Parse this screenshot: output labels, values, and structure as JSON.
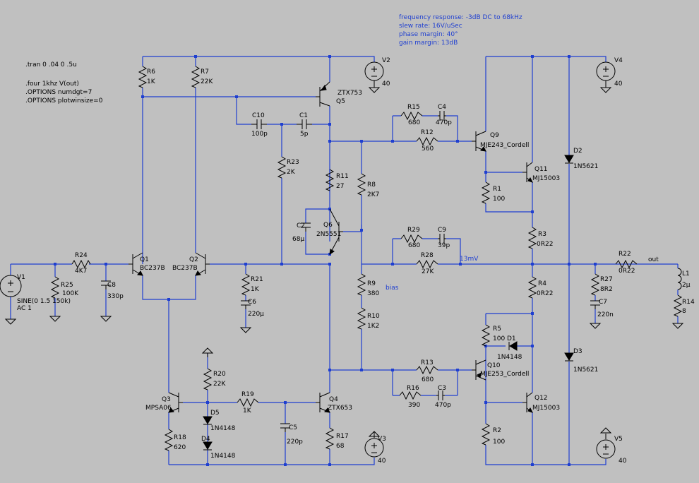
{
  "directives": {
    "tran": ".tran 0 .04 0 .5u",
    "four": ".four 1khz V(out)",
    "opt1": ".OPTIONS numdgt=7",
    "opt2": ".OPTIONS plotwinsize=0"
  },
  "specs": {
    "freq": "frequency response: -3dB DC to 68kHz",
    "slew": "slew rate: 16V/uSec",
    "phase": "phase margin: 40°",
    "gain": "gain margin: 13dB"
  },
  "labels": {
    "mv": "13mV",
    "bias": "bias",
    "out": "out"
  },
  "components": {
    "V1": {
      "name": "V1",
      "value": "SINE(0 1.5 150k)",
      "value2": "AC 1"
    },
    "V2": {
      "name": "V2",
      "value": "40"
    },
    "V3": {
      "name": "V3",
      "value": "40"
    },
    "V4": {
      "name": "V4",
      "value": "40"
    },
    "V5": {
      "name": "V5",
      "value": "40"
    },
    "R1": {
      "name": "R1",
      "value": "100"
    },
    "R2": {
      "name": "R2",
      "value": "100"
    },
    "R3": {
      "name": "R3",
      "value": "0R22"
    },
    "R4": {
      "name": "R4",
      "value": "0R22"
    },
    "R5": {
      "name": "R5",
      "value": "100"
    },
    "R6": {
      "name": "R6",
      "value": "1K"
    },
    "R7": {
      "name": "R7",
      "value": "22K"
    },
    "R8": {
      "name": "R8",
      "value": "2K7"
    },
    "R9": {
      "name": "R9",
      "value": "380"
    },
    "R10": {
      "name": "R10",
      "value": "1K2"
    },
    "R11": {
      "name": "R11",
      "value": "27"
    },
    "R12": {
      "name": "R12",
      "value": "560"
    },
    "R13": {
      "name": "R13",
      "value": "680"
    },
    "R14": {
      "name": "R14",
      "value": "8"
    },
    "R15": {
      "name": "R15",
      "value": "680"
    },
    "R16": {
      "name": "R16",
      "value": "390"
    },
    "R17": {
      "name": "R17",
      "value": "68"
    },
    "R18": {
      "name": "R18",
      "value": "620"
    },
    "R19": {
      "name": "R19",
      "value": "1K"
    },
    "R20": {
      "name": "R20",
      "value": "22K"
    },
    "R21": {
      "name": "R21",
      "value": "1K"
    },
    "R22": {
      "name": "R22",
      "value": "0R22"
    },
    "R23": {
      "name": "R23",
      "value": "2K"
    },
    "R24": {
      "name": "R24",
      "value": "4K7"
    },
    "R25": {
      "name": "R25",
      "value": "100K"
    },
    "R27": {
      "name": "R27",
      "value": "8R2"
    },
    "R28": {
      "name": "R28",
      "value": "27K"
    },
    "R29": {
      "name": "R29",
      "value": "680"
    },
    "C1": {
      "name": "C1",
      "value": "5p"
    },
    "C2": {
      "name": "C2",
      "value": "68µ"
    },
    "C3": {
      "name": "C3",
      "value": "470p"
    },
    "C4": {
      "name": "C4",
      "value": "470p"
    },
    "C5": {
      "name": "C5",
      "value": "220p"
    },
    "C6": {
      "name": "C6",
      "value": "220µ"
    },
    "C7": {
      "name": "C7",
      "value": "220n"
    },
    "C8": {
      "name": "C8",
      "value": "330p"
    },
    "C9": {
      "name": "C9",
      "value": "39p"
    },
    "C10": {
      "name": "C10",
      "value": "100p"
    },
    "L1": {
      "name": "L1",
      "value": "2µ"
    },
    "D1": {
      "name": "D1",
      "value": "1N4148"
    },
    "D2": {
      "name": "D2",
      "value": "1N5621"
    },
    "D3": {
      "name": "D3",
      "value": "1N5621"
    },
    "D4": {
      "name": "D4",
      "value": "1N4148"
    },
    "D5": {
      "name": "D5",
      "value": "1N4148"
    },
    "Q1": {
      "name": "Q1",
      "value": "BC237B"
    },
    "Q2": {
      "name": "Q2",
      "value": "BC237B"
    },
    "Q3": {
      "name": "Q3",
      "value": "MPSA06"
    },
    "Q4": {
      "name": "Q4",
      "value": "ZTX653"
    },
    "Q5": {
      "name": "Q5",
      "value": "ZTX753"
    },
    "Q6": {
      "name": "Q6",
      "value": "2N5551"
    },
    "Q9": {
      "name": "Q9",
      "value": "MJE243_Cordell"
    },
    "Q10": {
      "name": "Q10",
      "value": "MJE253_Cordell"
    },
    "Q11": {
      "name": "Q11",
      "value": "MJ15003"
    },
    "Q12": {
      "name": "Q12",
      "value": "MJ15003"
    }
  }
}
